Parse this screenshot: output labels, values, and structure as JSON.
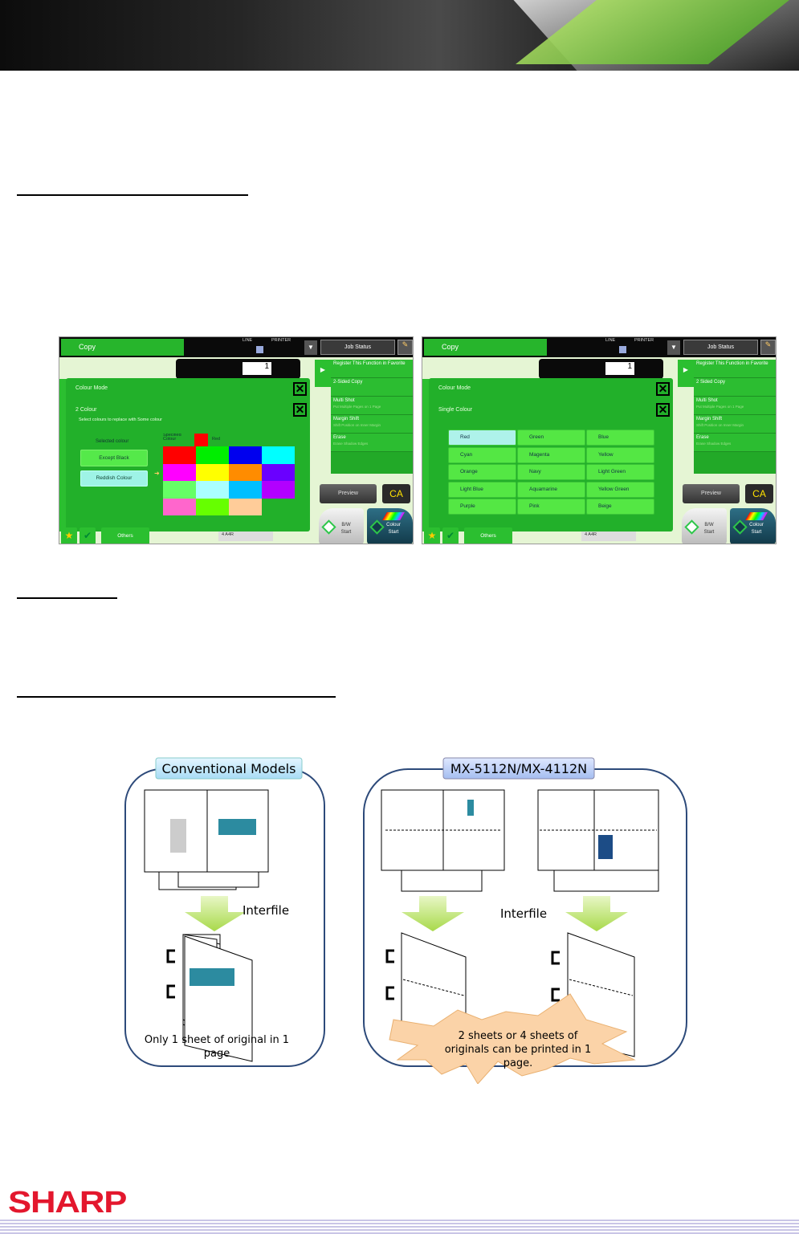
{
  "logo": "SHARP",
  "screens": [
    {
      "app_tab": "Copy",
      "ind_line": "LINE",
      "ind_printer": "PRINTER",
      "job_status": "Job Status",
      "copies": "1",
      "right_menu": [
        {
          "title": "Register This Function in Favorite",
          "sub": ""
        },
        {
          "title": "2-Sided Copy",
          "sub": ""
        },
        {
          "title": "Multi Shot",
          "sub": "Put Multiple Pages on 1 Page"
        },
        {
          "title": "Margin Shift",
          "sub": "Shift Position on Inner Margin"
        },
        {
          "title": "Erase",
          "sub": "Erase Shadow Edges"
        }
      ],
      "modal_title": "Colour Mode",
      "mode": "2 Colour",
      "instruction": "Select colours to replace with Some colour",
      "selected_colour_label": "Selected colour",
      "except_black": "Except Black",
      "reddish_colour": "Reddish Colour",
      "specified_colour_label": "Specified Colour",
      "specified_colour": "Red",
      "palette": [
        "#ff0000",
        "#00ee00",
        "#0000ee",
        "#00ffff",
        "#ff00ff",
        "#ffff00",
        "#ff8c00",
        "#6a00ff",
        "#66ff66",
        "#aaffff",
        "#00bfff",
        "#b200ff",
        "#ff66cc",
        "#66ff00",
        "#ffcc99"
      ],
      "preview": "Preview",
      "ca": "CA",
      "bw_start": "B/W Start",
      "colour_start": "Colour Start",
      "others": "Others",
      "paper": "4  A4R"
    },
    {
      "app_tab": "Copy",
      "ind_line": "LINE",
      "ind_printer": "PRINTER",
      "job_status": "Job Status",
      "copies": "1",
      "right_menu": [
        {
          "title": "Register This Function in Favorite",
          "sub": ""
        },
        {
          "title": "2 Sided Copy",
          "sub": ""
        },
        {
          "title": "Multi Shot",
          "sub": "Put Multiple Pages on 1 Page"
        },
        {
          "title": "Margin Shift",
          "sub": "Shift Position on Inner Margin"
        },
        {
          "title": "Erase",
          "sub": "Erase Shadow Edges"
        }
      ],
      "modal_title": "Colour Mode",
      "mode": "Single Colour",
      "colours": [
        {
          "name": "Red",
          "color": "#ff0000",
          "selected": true
        },
        {
          "name": "Green",
          "color": "#00ee00"
        },
        {
          "name": "Blue",
          "color": "#0000ee"
        },
        {
          "name": "Cyan",
          "color": "#00ffff"
        },
        {
          "name": "Magenta",
          "color": "#ff00ff"
        },
        {
          "name": "Yellow",
          "color": "#ffff00"
        },
        {
          "name": "Orange",
          "color": "#ff8c00"
        },
        {
          "name": "Navy",
          "color": "#6a00ff"
        },
        {
          "name": "Light Green",
          "color": "#66ff66"
        },
        {
          "name": "Light Blue",
          "color": "#aaffff"
        },
        {
          "name": "Aquamarine",
          "color": "#00bfff"
        },
        {
          "name": "Yellow Green",
          "color": "#66ff00"
        },
        {
          "name": "Purple",
          "color": "#b200ff"
        },
        {
          "name": "Pink",
          "color": "#ff66cc"
        },
        {
          "name": "Beige",
          "color": "#ffcc99"
        }
      ],
      "preview": "Preview",
      "ca": "CA",
      "bw_start": "B/W Start",
      "colour_start": "Colour Start",
      "others": "Others",
      "paper": "4  A4R"
    }
  ],
  "diagram": {
    "left_title": "Conventional Models",
    "right_title": "MX-5112N/MX-4112N",
    "interfile": "Interfile",
    "left_caption": [
      "Only 1 sheet of original in 1",
      "page"
    ],
    "right_caption": [
      "2 sheets or 4 sheets of",
      "originals can be printed in 1",
      "page."
    ]
  }
}
